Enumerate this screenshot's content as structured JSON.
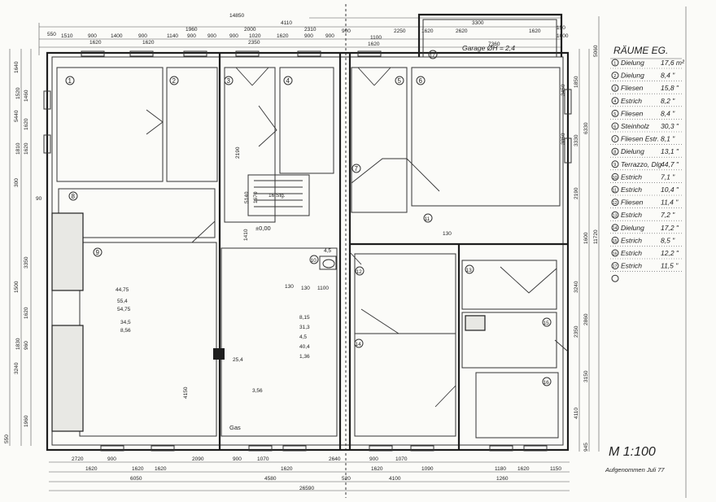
{
  "legend": {
    "title": "RÄUME EG.",
    "rooms": [
      {
        "no": "1",
        "floor": "Dielung",
        "area": "17,6 m²"
      },
      {
        "no": "2",
        "floor": "Dielung",
        "area": "8,4 \""
      },
      {
        "no": "3",
        "floor": "Fliesen",
        "area": "15,8 \""
      },
      {
        "no": "4",
        "floor": "Estrich",
        "area": "8,2 \""
      },
      {
        "no": "5",
        "floor": "Fliesen",
        "area": "8,4 \""
      },
      {
        "no": "6",
        "floor": "Steinholz",
        "area": "30,3 \""
      },
      {
        "no": "7",
        "floor": "Fliesen Estr.",
        "area": "8,1 \""
      },
      {
        "no": "8",
        "floor": "Dielung",
        "area": "13,1 \""
      },
      {
        "no": "9",
        "floor": "Terrazzo, Dlg",
        "area": "44,7 \""
      },
      {
        "no": "10",
        "floor": "Estrich",
        "area": "7,1 \""
      },
      {
        "no": "11",
        "floor": "Estrich",
        "area": "10,4 \""
      },
      {
        "no": "12",
        "floor": "Fliesen",
        "area": "11,4 \""
      },
      {
        "no": "13",
        "floor": "Estrich",
        "area": "7,2 \""
      },
      {
        "no": "14",
        "floor": "Dielung",
        "area": "17,2 \""
      },
      {
        "no": "15",
        "floor": "Estrich",
        "area": "8,5 \""
      },
      {
        "no": "16",
        "floor": "Estrich",
        "area": "12,2 \""
      },
      {
        "no": "17",
        "floor": "Estrich",
        "area": "11,5 \""
      }
    ]
  },
  "garage_label": "Garage ØH = 2,4",
  "scale": "M 1:100",
  "surveyed": "Aufgenommen Juli 77",
  "level_mark": "±0,00",
  "stair_note": "16 Stg.",
  "gas_label": "Gas",
  "room_numbers": [
    "1",
    "2",
    "3",
    "4",
    "5",
    "6",
    "7",
    "8",
    "9",
    "10",
    "11",
    "12",
    "13",
    "14",
    "15",
    "16",
    "17"
  ],
  "dims_top": [
    "550",
    "1510",
    "900",
    "1400",
    "1620",
    "900",
    "1140",
    "900",
    "1960",
    "1620",
    "900",
    "2000",
    "900",
    "1020",
    "1620",
    "900",
    "2350",
    "900",
    "2310",
    "4110",
    "14850",
    "900",
    "1100",
    "1620",
    "2250",
    "3300",
    "1620",
    "2620",
    "1620",
    "150",
    "1000",
    "7360"
  ],
  "dims_bottom": [
    "2720",
    "900",
    "1620",
    "1620",
    "1620",
    "2090",
    "6050",
    "900",
    "1070",
    "4580",
    "1620",
    "26590",
    "2640",
    "900",
    "1070",
    "4100",
    "1620",
    "1090",
    "1180",
    "1620",
    "1150",
    "1260",
    "520"
  ],
  "dims_left": [
    "1640",
    "1460",
    "1620",
    "5440",
    "1620",
    "300",
    "3350",
    "1500",
    "1620",
    "960",
    "3240",
    "1960",
    "550"
  ],
  "dims_right": [
    "1850",
    "3330",
    "6330",
    "2190",
    "11720",
    "1600",
    "5060",
    "3240",
    "2860",
    "2350",
    "4110",
    "3150",
    "945"
  ],
  "handwritten": [
    "44,75",
    "55,4",
    "54,75",
    "34,5",
    "8,56",
    "8,15",
    "31,3",
    "4,5",
    "40,4",
    "1,36",
    "25,4",
    "3,56",
    "4,5",
    "90",
    "130",
    "1100",
    "130",
    "2190",
    "5140",
    "1410",
    "1670",
    "3450",
    "3850",
    "4150",
    "1830",
    "1810",
    "1520"
  ],
  "colors": {
    "ink": "#1e1e1e",
    "paper": "#fbfbf8",
    "hatch": "#e8e8e4"
  }
}
